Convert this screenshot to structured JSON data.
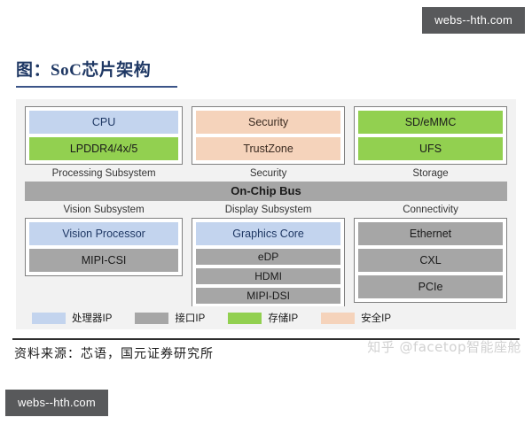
{
  "watermarks": {
    "top_right": "webs--hth.com",
    "bottom_left": "webs--hth.com",
    "ghost": "知乎 @facetop智能座舱"
  },
  "header": {
    "title": "图：SoC芯片架构"
  },
  "legend": {
    "items": [
      {
        "label": "处理器IP",
        "color": "#c3d4ee",
        "key": "processor-ip"
      },
      {
        "label": "接口IP",
        "color": "#a6a6a6",
        "key": "interface-ip"
      },
      {
        "label": "存储IP",
        "color": "#92d050",
        "key": "storage-ip"
      },
      {
        "label": "安全IP",
        "color": "#f5d3bb",
        "key": "security-ip"
      }
    ]
  },
  "footer": {
    "source": "资料来源：芯语，国元证券研究所"
  },
  "chart_data": {
    "type": "diagram",
    "title": "图：SoC芯片架构",
    "bus": {
      "label": "On-Chip Bus",
      "color": "#a6a6a6"
    },
    "top_groups": [
      {
        "label": "Processing Subsystem",
        "blocks": [
          {
            "label": "CPU",
            "ip_type": "处理器IP",
            "color": "#c3d4ee"
          },
          {
            "label": "LPDDR4/4x/5",
            "ip_type": "存储IP",
            "color": "#92d050"
          }
        ]
      },
      {
        "label": "Security",
        "blocks": [
          {
            "label": "Security",
            "ip_type": "安全IP",
            "color": "#f5d3bb"
          },
          {
            "label": "TrustZone",
            "ip_type": "安全IP",
            "color": "#f5d3bb"
          }
        ]
      },
      {
        "label": "Storage",
        "blocks": [
          {
            "label": "SD/eMMC",
            "ip_type": "存储IP",
            "color": "#92d050"
          },
          {
            "label": "UFS",
            "ip_type": "存储IP",
            "color": "#92d050"
          }
        ]
      }
    ],
    "bottom_groups": [
      {
        "label": "Vision Subsystem",
        "blocks": [
          {
            "label": "Vision Processor",
            "ip_type": "处理器IP",
            "color": "#c3d4ee"
          },
          {
            "label": "MIPI-CSI",
            "ip_type": "接口IP",
            "color": "#a6a6a6"
          }
        ]
      },
      {
        "label": "Display Subsystem",
        "blocks": [
          {
            "label": "Graphics Core",
            "ip_type": "处理器IP",
            "color": "#c3d4ee"
          },
          {
            "label": "eDP",
            "ip_type": "接口IP",
            "color": "#a6a6a6"
          },
          {
            "label": "HDMI",
            "ip_type": "接口IP",
            "color": "#a6a6a6"
          },
          {
            "label": "MIPI-DSI",
            "ip_type": "接口IP",
            "color": "#a6a6a6"
          }
        ]
      },
      {
        "label": "Connectivity",
        "blocks": [
          {
            "label": "Ethernet",
            "ip_type": "接口IP",
            "color": "#a6a6a6"
          },
          {
            "label": "CXL",
            "ip_type": "接口IP",
            "color": "#a6a6a6"
          },
          {
            "label": "PCIe",
            "ip_type": "接口IP",
            "color": "#a6a6a6"
          }
        ]
      }
    ]
  }
}
